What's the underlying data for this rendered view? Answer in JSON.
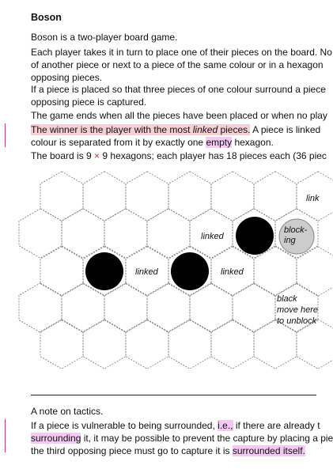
{
  "title": "Boson",
  "intro": "Boson is a two-player board game.",
  "rules": [
    [
      "Each player takes it in turn to place one of their pieces on the board. No",
      "of another piece or next to a piece of the same colour or in a hexagon",
      "opposing pieces."
    ],
    [
      "If a piece is placed so that three pieces of one colour surround a piece",
      "opposing piece is captured."
    ],
    [
      "The game ends when all the pieces have been placed or when no play"
    ]
  ],
  "winner": {
    "highlight_before": "The winner is the player with the most ",
    "highlight_em": "linked",
    "highlight_after": " pieces.",
    "rest": " A piece is linked",
    "line2_before": "colour is separated from it by exactly one ",
    "line2_hl": "empty",
    "line2_after": " hexagon."
  },
  "board_size": {
    "before": "The board is 9 ",
    "times": "×",
    "after": " 9 hexagons; each player has 18 pieces each (36 piec"
  },
  "diagram_labels": {
    "link_top": "link",
    "linked_upper": "linked",
    "blocking_1": "block-",
    "blocking_2": "ing",
    "linked_left": "linked",
    "linked_right": "linked",
    "move_1": "black",
    "move_2": "move here",
    "move_3": "to unblock"
  },
  "note_heading": "A note on tactics.",
  "note": {
    "l1_before": "If a piece is vulnerable to being surrounded, ",
    "l1_hl": "i.e.,",
    "l1_after": " if there are already t",
    "l2_hl": "surrounding",
    "l2_after": " it, it may be possible to prevent the capture by placing a pie",
    "l3_before": "the third opposing piece must go to capture it is ",
    "l3_hl": "surrounded itself."
  },
  "colors": {
    "highlight_red": "#f6cfd2",
    "highlight_pink": "#f6c8f4",
    "margin_bar": "#d04050",
    "black_piece": "#000000",
    "grey_piece": "#cccccc"
  }
}
